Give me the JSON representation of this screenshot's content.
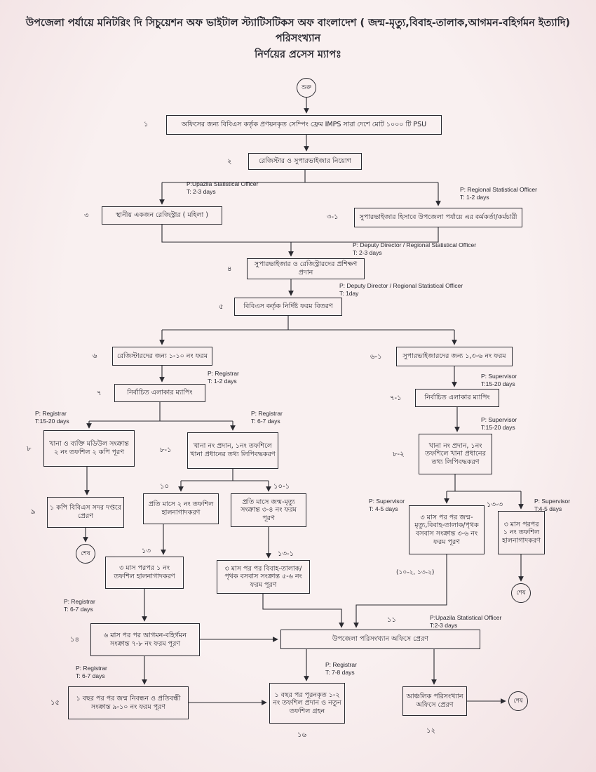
{
  "page": {
    "title_line1": "উপজেলা পর্যায়ে মনিটরিং দি সিচুয়েশন অফ ভাইটাল স্ট্যাটিসটিকস অফ বাংলাদেশ ( জন্ম-মৃত্যু,বিবাহ-তালাক,আগমন-বহির্গমন ইত্যাদি) পরিসংখ্যান",
    "title_line2": "নির্ণয়ের প্রসেস ম্যাপঃ"
  },
  "terminals": {
    "start": "শুরু",
    "end": "শেষ"
  },
  "nodes": {
    "n1": {
      "num": "১",
      "label": "অফিসের জন্য বিবিএস কর্তৃক প্রণয়নকৃত সেম্পিং ফ্রেম IMPS  সারা দেশে  মোট ১০০০ টি  PSU"
    },
    "n2": {
      "num": "২",
      "label": "রেজিস্টার ও সুপারভাইজার নিয়োগ"
    },
    "n3": {
      "num": "৩",
      "label": "স্থানীয় একজন রেজিস্ট্রার ( মহিলা )"
    },
    "n3_1": {
      "num": "৩-১",
      "label": "সুপারভাইজার হিসাবে উপজেলা পর্যায়ে এর কর্মকর্তা/কর্মচারী"
    },
    "n4": {
      "num": "৪",
      "label": "সুপারভাইজার ও রেজিস্ট্রারদের প্রশিক্ষণ প্রদান"
    },
    "n5": {
      "num": "৫",
      "label": "বিবিএস কর্তৃক নির্দিষ্ট ফরম বিতরণ"
    },
    "n6": {
      "num": "৬",
      "label": "রেজিস্টারদের জন্য ১-১০ নং ফরম"
    },
    "n6_1": {
      "num": "৬-১",
      "label": "সুপারভাইজারদের জন্য ১,৩-৬ নং ফরম"
    },
    "n7": {
      "num": "৭",
      "label": "নির্বাচিত এলাকার ম্যাপিং"
    },
    "n7_1": {
      "num": "৭-১",
      "label": "নির্বাচিত এলাকার ম্যাপিং"
    },
    "n8": {
      "num": "৮",
      "label": "খানা ও ব্যক্তি মডিউল সংক্রান্ত ২ নং তফশিল ২ কপি পূরণ"
    },
    "n8_1": {
      "num": "৮-১",
      "label": "খানা নং প্রদান, ১নং তফশিলে খানা প্রধানের তথ্য লিপিবদ্ধকরণ"
    },
    "n8_2": {
      "num": "৮-২",
      "label": "খানা নং প্রদান, ১নং তফশিলে খানা  প্রধানের তথ্য লিপিবদ্ধকরণ"
    },
    "n9": {
      "num": "৯",
      "label": "১ কপি বিবিএস সদর দপ্তরে প্রেরণ"
    },
    "n10": {
      "num": "১০",
      "label": "প্রতি মাসে ২ নং তফশিল হালনাগাদকরণ"
    },
    "n10_1": {
      "num": "১০-১",
      "label": "প্রতি মাসে জন্ম-মৃত্যু সংক্রান্ত ৩-৪ নং ফরম পূরণ"
    },
    "n11": {
      "num": "১১",
      "label": "উপজেলা পরিসংখ্যান অফিসে প্রেরণ"
    },
    "n12": {
      "num": "১২",
      "label": "আঞ্চলিক পরিসংখ্যান অফিসে প্রেরণ"
    },
    "n13": {
      "num": "১৩",
      "label": "৩ মাস  পরপর ১ নং তফশিল হালনাগাদকরণ"
    },
    "n13_1": {
      "num": "১৩-১",
      "label": "৩ মাস পর পর বিবাহ-তালাক/পৃথক বসবাস সংক্রান্ত ৫-৬ নং ফরম পূরণ"
    },
    "n13_2": {
      "num": "",
      "label": "৩ মাস পর পর  জন্ম-মৃত্যু,বিবাহ-তালাক/পৃথক বসবাস সংক্রান্ত ৩-৬ নং ফরম পূরণ"
    },
    "n13_3": {
      "num": "১৩-৩",
      "label": "৩ মাস পরপর ১ নং তফশিল হালনাগাদকরণ"
    },
    "n14": {
      "num": "১৪",
      "label": "৬ মাস পর পর আগমন-বহির্গমন সংক্রান্ত ৭-৮ নং ফরম পূরণ"
    },
    "n15": {
      "num": "১৫",
      "label": "১ বছর পর পর জন্ম নিবন্ধন ও প্রতিবন্ধী সংক্রান্ত ৯-১০ নং ফরম পূরণ"
    },
    "n16": {
      "num": "১৬",
      "label": "১ বছর পর পূরনকৃত ১-২ নং তফশিল প্রদান ও নতুন তফশিল গ্রহন"
    }
  },
  "annotations": {
    "a1": {
      "p": "P:Upazila Statistical Officer",
      "t": "T: 2-3 days"
    },
    "a2": {
      "p": "P: Regional Statistical Officer",
      "t": "T: 1-2 days"
    },
    "a3": {
      "p": "P: Deputy Director / Regional Statistical Officer",
      "t": "T: 2-3 days"
    },
    "a4": {
      "p": "P: Deputy Director / Regional Statistical Officer",
      "t": "T: 1day"
    },
    "a5": {
      "p": "P: Registrar",
      "t": "T: 1-2 days"
    },
    "a6": {
      "p": "P: Supervisor",
      "t": "T:15-20 days"
    },
    "a7": {
      "p": "P: Registrar",
      "t": "T:15-20 days"
    },
    "a8": {
      "p": "P: Registrar",
      "t": "T: 6-7 days"
    },
    "a9": {
      "p": "P: Supervisor",
      "t": "T:15-20 days"
    },
    "a10": {
      "p": "P: Supervisor",
      "t": "T: 4-5 days"
    },
    "a11": {
      "p": "P: Supervisor",
      "t": "T:4-5 days"
    },
    "a12": {
      "p": "P: Registrar",
      "t": "T: 6-7 days"
    },
    "a13": {
      "p": "P:Upazila Statistical Officer",
      "t": "T:2-3 days"
    },
    "a14": {
      "p": "P: Registrar",
      "t": "T: 6-7 days"
    },
    "a15": {
      "p": "P: Registrar",
      "t": "T: 7-8 days"
    }
  },
  "extra_labels": {
    "ref_10_2_13_2": "(১০-২, ১৩-২)"
  },
  "colors": {
    "paper": "#f9f0f0",
    "paper-edge": "#f1e0e2",
    "ink": "#26262e",
    "line": "#2a2a30"
  }
}
